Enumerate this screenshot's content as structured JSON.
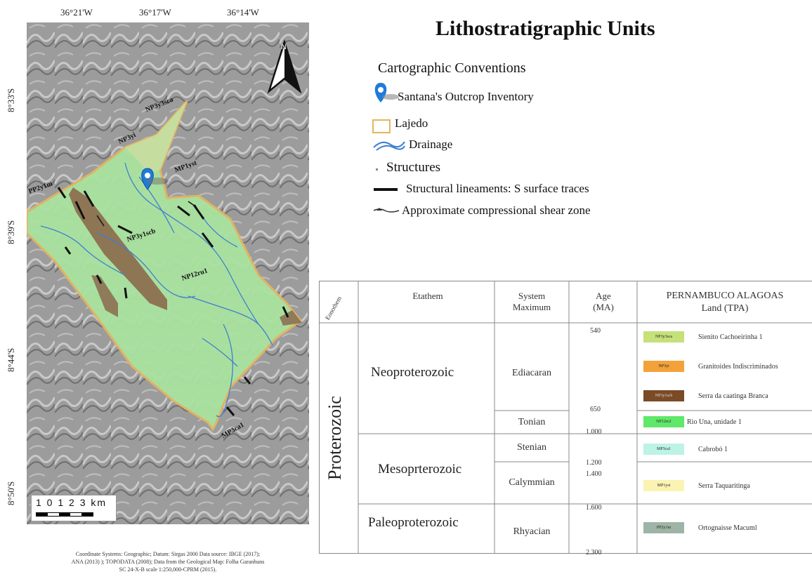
{
  "map": {
    "lon_ticks": [
      "36°21'W",
      "36°17'W",
      "36°14'W"
    ],
    "lat_ticks": [
      "8°33'S",
      "8°39'S",
      "8°44'S",
      "8°50'S"
    ],
    "unit_labels": [
      "NP3y3sca",
      "NP3yi",
      "MP1yst",
      "PP2y1m",
      "NP3y1scb",
      "NP12ru1",
      "MP3ca1"
    ],
    "north_arrow": "N",
    "scale_label": "1 0 1 2 3 km",
    "credits": [
      "Coordinate Systems: Geographic; Datum: Sirgas 2000 Data source: IBGE (2017);",
      "ANA (2013) ); TOPODATA (2008); Data from the Geological Map: Folha Garanhuns",
      "SC 24-X-B scale 1:250,000-CPRM (2015)."
    ]
  },
  "legend": {
    "title": "Lithostratigraphic Units",
    "conventions_title": "Cartographic Conventions",
    "outcrop_label": "Santana's Outcrop Inventory",
    "lajedo_label": "Lajedo",
    "drainage_label": "Drainage",
    "structures_title": "Structures",
    "lineaments_label": "Structural lineaments: S surface traces",
    "shear_label": "Approximate compressional shear zone"
  },
  "table": {
    "headers": {
      "eonothem": "Eonothem",
      "erathem": "Etathem",
      "system": [
        "System",
        "Maximum"
      ],
      "age": [
        "Age",
        "(MA)"
      ],
      "land": [
        "PERNAMBUCO ALAGOAS",
        "Land (TPA)"
      ]
    },
    "eon": "Proterozoic",
    "eras": [
      "Neoproterozoic",
      "Mesoprterozoic",
      "Paleoproterozoic"
    ],
    "systems": [
      "Ediacaran",
      "Tonian",
      "Stenian",
      "Calymmian",
      "Rhyacian"
    ],
    "ages": [
      "540",
      "650",
      "1.000",
      "1.200",
      "1.400",
      "1.600",
      "2.300"
    ],
    "units": [
      {
        "code": "NP3y3sca",
        "name": "Sienito Cachoeirinha 1",
        "color": "#c6e07a"
      },
      {
        "code": "NP3yi",
        "name": "Granitoides Indiscriminados",
        "color": "#f3a23a"
      },
      {
        "code": "NP3y1scb",
        "name": "Serra da caatinga Branca",
        "color": "#7b4a26"
      },
      {
        "code": "NP12ru1",
        "name": "Rio Una, unidade 1",
        "color": "#5fe86a"
      },
      {
        "code": "MP3ca1",
        "name": "Cabrobó 1",
        "color": "#bdf2e6"
      },
      {
        "code": "MP1yst",
        "name": "Serra Taquaritinga",
        "color": "#fbf3b2"
      },
      {
        "code": "PP2y1m",
        "name": "Ortognaisse Macuml",
        "color": "#9eb5a6"
      }
    ]
  },
  "colors": {
    "hillshade": "#9a9a9a",
    "green_unit": "#a9e3a0",
    "brown_unit": "#8b6a4d",
    "lajedo_outline": "#e5b560",
    "drainage": "#3d7fd0",
    "pin": "#1f7bd8"
  }
}
